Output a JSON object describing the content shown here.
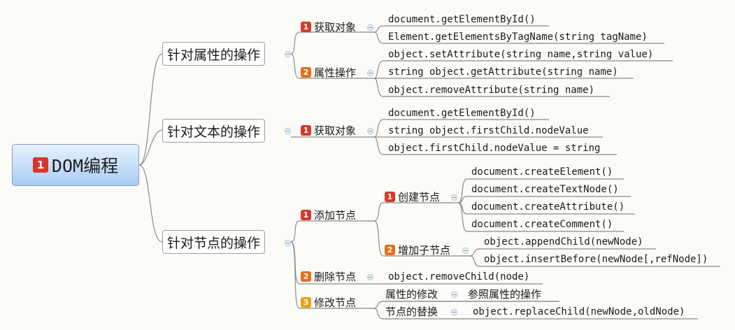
{
  "root": {
    "badge": "1",
    "label": "DOM编程"
  },
  "topics": [
    {
      "label": "针对属性的操作",
      "groups": [
        {
          "badge": "1",
          "label": "获取对象",
          "items": [
            "document.getElementById()",
            "Element.getElementsByTagName(string tagName)"
          ]
        },
        {
          "badge": "2",
          "label": "属性操作",
          "items": [
            "object.setAttribute(string name,string value)",
            "string object.getAttribute(string name)",
            "object.removeAttribute(string name)"
          ]
        }
      ]
    },
    {
      "label": "针对文本的操作",
      "groups": [
        {
          "badge": "1",
          "label": "获取对象",
          "items": [
            "document.getElementById()",
            "string object.firstChild.nodeValue",
            "object.firstChild.nodeValue = string"
          ]
        }
      ]
    },
    {
      "label": "针对节点的操作",
      "groups": [
        {
          "badge": "1",
          "label": "添加节点",
          "subgroups": [
            {
              "badge": "1",
              "label": "创建节点",
              "items": [
                "document.createElement()",
                "document.createTextNode()",
                "document.createAttribute()",
                "document.createComment()"
              ]
            },
            {
              "badge": "2",
              "label": "增加子节点",
              "items": [
                "object.appendChild(newNode)",
                "object.insertBefore(newNode[,refNode])"
              ]
            }
          ]
        },
        {
          "badge": "2",
          "label": "删除节点",
          "items": [
            "object.removeChild(node)"
          ]
        },
        {
          "badge": "3",
          "label": "修改节点",
          "subgroups": [
            {
              "label": "属性的修改",
              "items": [
                "参照属性的操作"
              ]
            },
            {
              "label": "节点的替换",
              "items": [
                "object.replaceChild(newNode,oldNode)"
              ]
            }
          ]
        }
      ]
    }
  ],
  "colors": {
    "badge1": "#d8372b",
    "badge2": "#e86d1b",
    "badge3": "#eba211",
    "rootFill": "#a9cdf3",
    "line": "#8a8a8a"
  }
}
